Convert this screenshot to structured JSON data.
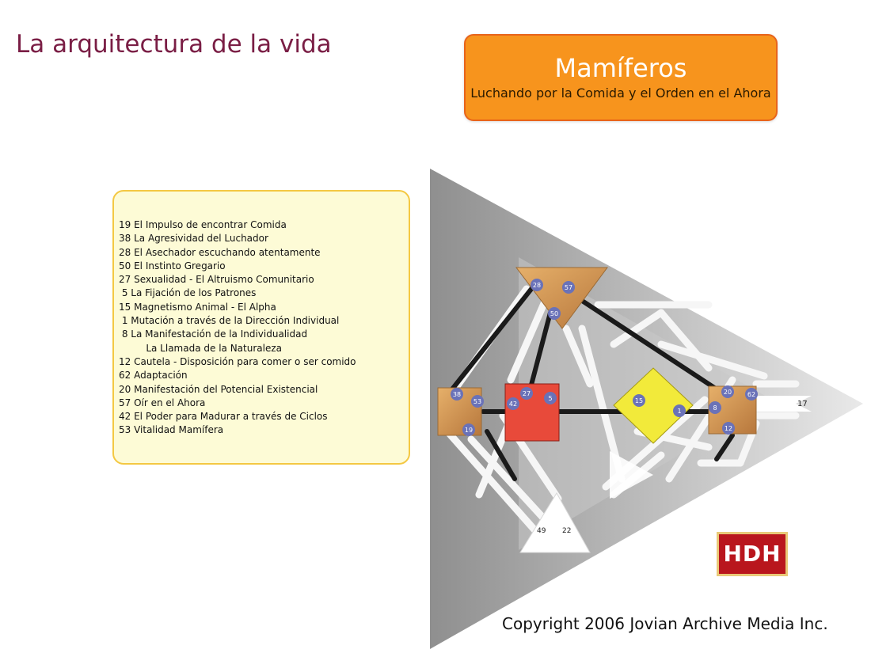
{
  "title": "La arquitectura de la vida",
  "banner": {
    "title": "Mamíferos",
    "subtitle": "Luchando por la Comida y el Orden en el Ahora"
  },
  "list": [
    "19 El Impulso de encontrar Comida",
    "38 La Agresividad del Luchador",
    "28 El Asechador escuchando atentamente",
    "50 El Instinto Gregario",
    "27 Sexualidad - El Altruismo Comunitario",
    " 5 La Fijación de los Patrones",
    "15 Magnetismo Animal - El Alpha",
    " 1 Mutación a través de la Dirección Individual",
    " 8 La Manifestación de la Individualidad",
    "         La Llamada de la Naturaleza",
    "12 Cautela - Disposición para comer o ser comido",
    "62 Adaptación",
    "20 Manifestación del Potencial Existencial",
    "57 Oír en el Ahora",
    "42 El Poder para Madurar a través de Ciclos",
    "53 Vitalidad Mamífera"
  ],
  "diagram": {
    "gates": {
      "g28": "28",
      "g57": "57",
      "g50": "50",
      "g38": "38",
      "g53": "53",
      "g19": "19",
      "g27": "27",
      "g5": "5",
      "g42": "42",
      "g15": "15",
      "g1": "1",
      "g20": "20",
      "g62": "62",
      "g8": "8",
      "g12": "12",
      "g17": "17",
      "g49": "49",
      "g22": "22"
    },
    "colors": {
      "root_center": "#d19a55",
      "sacral_center": "#e84a3a",
      "g_center": "#f2ea3a",
      "spleen_center": "#d9a25b",
      "throat_center": "#d19a55",
      "gate_circle": "#6a72b8",
      "channel_active": "#1a1a1a"
    }
  },
  "logo": "HDH",
  "copyright": "Copyright 2006 Jovian Archive Media Inc."
}
